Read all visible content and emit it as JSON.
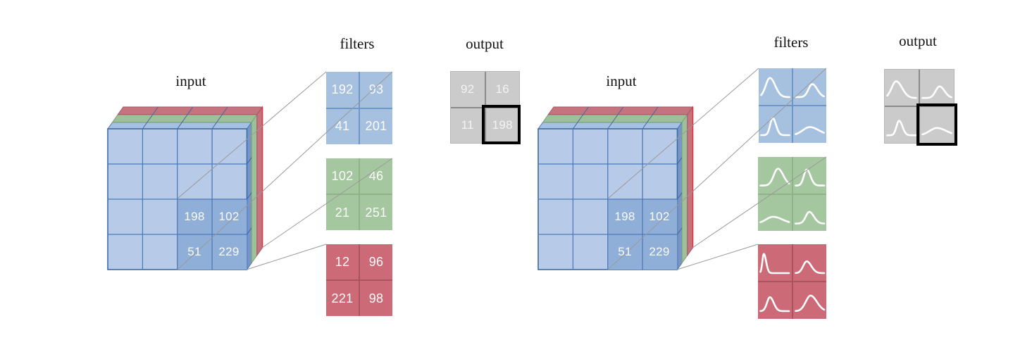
{
  "left_figure": {
    "input_label": "input",
    "filters_label": "filters",
    "output_label": "output",
    "input_patch_values": [
      [
        "198",
        "102"
      ],
      [
        "51",
        "229"
      ]
    ],
    "filters": [
      {
        "channel": "blue",
        "values": [
          [
            "192",
            "93"
          ],
          [
            "41",
            "201"
          ]
        ]
      },
      {
        "channel": "green",
        "values": [
          [
            "102",
            "46"
          ],
          [
            "21",
            "251"
          ]
        ]
      },
      {
        "channel": "red",
        "values": [
          [
            "12",
            "96"
          ],
          [
            "221",
            "98"
          ]
        ]
      }
    ],
    "output_values": [
      [
        "92",
        "16"
      ],
      [
        "11",
        "198"
      ]
    ],
    "highlighted_output_value": "198",
    "highlighted_output_cell": "bottom-right"
  },
  "right_figure": {
    "input_label": "input",
    "filters_label": "filters",
    "output_label": "output",
    "input_patch_values": [
      [
        "198",
        "102"
      ],
      [
        "51",
        "229"
      ]
    ],
    "filters": [
      {
        "channel": "blue",
        "curves": [
          [
            {
              "type": "bell",
              "c": 0.33,
              "s": 0.13,
              "h": 0.62
            },
            {
              "type": "bell",
              "c": 0.58,
              "s": 0.12,
              "h": 0.42
            }
          ],
          [
            {
              "type": "bell",
              "c": 0.42,
              "s": 0.08,
              "h": 0.55
            },
            {
              "type": "bell",
              "c": 0.5,
              "s": 0.22,
              "h": 0.26
            }
          ]
        ]
      },
      {
        "channel": "green",
        "curves": [
          [
            {
              "type": "bell",
              "c": 0.6,
              "s": 0.13,
              "h": 0.55
            },
            {
              "type": "bell",
              "c": 0.4,
              "s": 0.09,
              "h": 0.52
            }
          ],
          [
            {
              "type": "bell",
              "c": 0.45,
              "s": 0.22,
              "h": 0.22
            },
            {
              "type": "bell",
              "c": 0.48,
              "s": 0.11,
              "h": 0.38
            }
          ]
        ]
      },
      {
        "channel": "red",
        "curves": [
          [
            {
              "type": "spike",
              "c": 0.16,
              "s": 0.045,
              "h": 0.62
            },
            {
              "type": "bell",
              "c": 0.4,
              "s": 0.11,
              "h": 0.38
            }
          ],
          [
            {
              "type": "bell",
              "c": 0.35,
              "s": 0.09,
              "h": 0.45
            },
            {
              "type": "bell",
              "c": 0.52,
              "s": 0.15,
              "h": 0.5
            }
          ]
        ]
      }
    ],
    "output_curves": [
      [
        {
          "type": "bell",
          "c": 0.33,
          "s": 0.14,
          "h": 0.55
        },
        {
          "type": "bell",
          "c": 0.58,
          "s": 0.12,
          "h": 0.38
        }
      ],
      [
        {
          "type": "bell",
          "c": 0.42,
          "s": 0.08,
          "h": 0.48
        },
        {
          "type": "bell",
          "c": 0.5,
          "s": 0.22,
          "h": 0.24
        }
      ]
    ],
    "highlighted_output_cell": "bottom-right"
  },
  "colors": {
    "cube_cell": "#b7cae8",
    "cube_patch": "#8fafd9",
    "cube_line": "#4d7ab8",
    "cube_border": "#3c6ba5",
    "cube_top_blue": "#a6c0e2",
    "side_blue": "#7795c8",
    "layer_green": "#9dc09a",
    "layer_red": "#c4737f",
    "edge_red": "#e8323c",
    "filter_blue": "#a6c1e0",
    "filter_blue_line": "#6f96c8",
    "filter_green": "#a5c79f",
    "filter_green_line": "#8fb488",
    "filter_red": "#cd6a77",
    "filter_red_line": "#a9545f",
    "output_gray": "#cbcbcb",
    "output_line": "#8a8a8a",
    "highlight": "#000000",
    "projection_line": "#999999",
    "curve": "#ffffff"
  }
}
